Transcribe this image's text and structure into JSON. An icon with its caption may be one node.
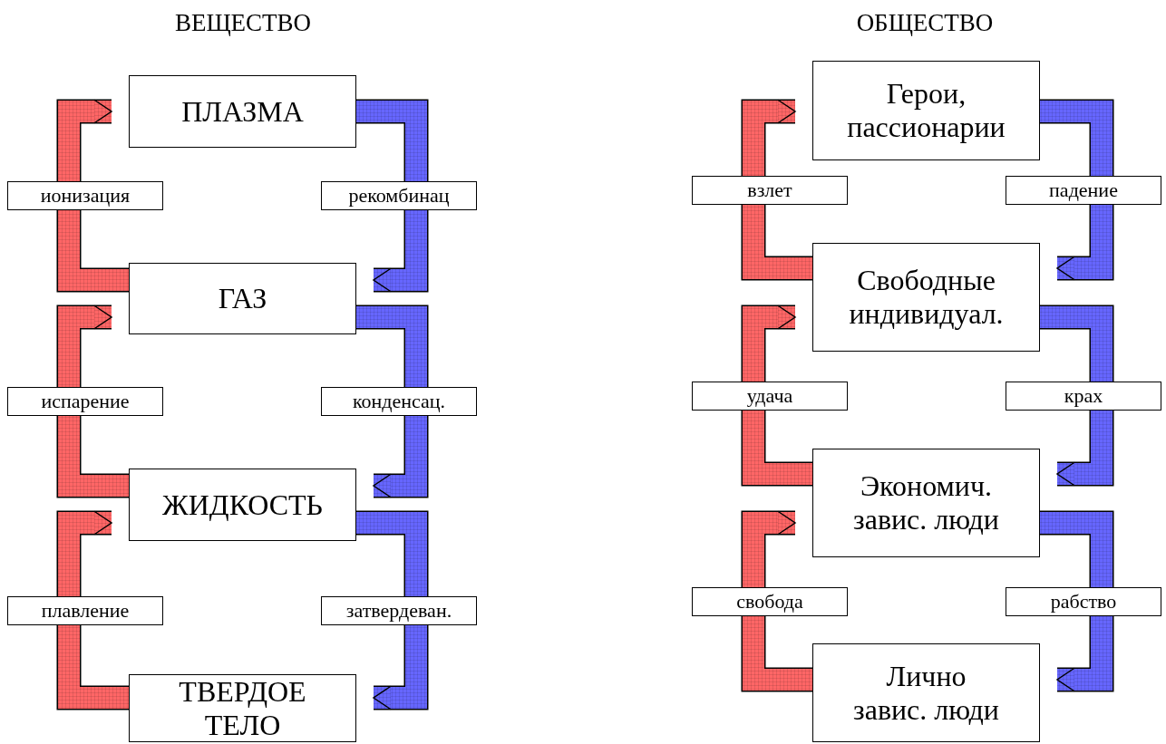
{
  "diagram": {
    "nodes": [
      {
        "text": [
          "ПЛАЗМА"
        ]
      },
      {
        "text": [
          "ГАЗ"
        ]
      },
      {
        "text": [
          "ЖИДКОСТЬ"
        ]
      },
      {
        "text": [
          "ТВЕРДОЕ ТЕЛО"
        ]
      },
      {
        "text": [
          "Герои, пассионарии"
        ]
      },
      {
        "text": [
          "Свободные индивидуал."
        ]
      },
      {
        "text": [
          "Экономич. завис. люди"
        ]
      },
      {
        "text": [
          "Лично завис. люди"
        ]
      }
    ],
    "edges": [
      {
        "from": 1,
        "to": 0,
        "arrow": "to",
        "label": "ионизация",
        "style": "thick",
        "color": "#ff6666"
      },
      {
        "from": 0,
        "to": 1,
        "arrow": "to",
        "label": "рекомбинац",
        "style": "thick",
        "color": "#6666ff"
      },
      {
        "from": 2,
        "to": 1,
        "arrow": "to",
        "label": "испарение",
        "style": "thick",
        "color": "#ff6666"
      },
      {
        "from": 1,
        "to": 2,
        "arrow": "to",
        "label": "конденсац.",
        "style": "thick",
        "color": "#6666ff"
      },
      {
        "from": 3,
        "to": 2,
        "arrow": "to",
        "label": "плавление",
        "style": "thick",
        "color": "#ff6666"
      },
      {
        "from": 2,
        "to": 3,
        "arrow": "to",
        "label": "затвердеван.",
        "style": "thick",
        "color": "#6666ff"
      },
      {
        "from": 5,
        "to": 4,
        "arrow": "to",
        "label": "взлет",
        "style": "thick",
        "color": "#ff6666"
      },
      {
        "from": 4,
        "to": 5,
        "arrow": "to",
        "label": "падение",
        "style": "thick",
        "color": "#6666ff"
      },
      {
        "from": 6,
        "to": 5,
        "arrow": "to",
        "label": "удача",
        "style": "thick",
        "color": "#ff6666"
      },
      {
        "from": 5,
        "to": 6,
        "arrow": "to",
        "label": "крах",
        "style": "thick",
        "color": "#6666ff"
      },
      {
        "from": 7,
        "to": 6,
        "arrow": "to",
        "label": "свобода",
        "style": "thick",
        "color": "#ff6666"
      },
      {
        "from": 6,
        "to": 7,
        "arrow": "to",
        "label": "рабство",
        "style": "thick",
        "color": "#6666ff"
      }
    ],
    "labels": [
      "ВЕЩЕСТВО",
      "ОБЩЕСТВО"
    ]
  }
}
